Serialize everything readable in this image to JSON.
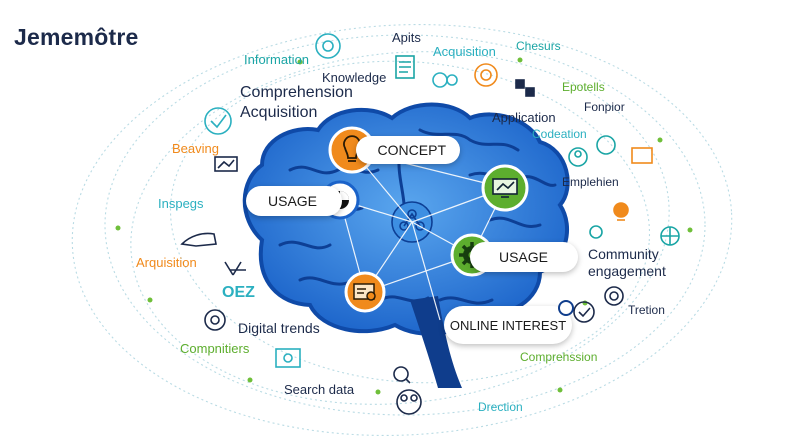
{
  "title": "Jememôtre",
  "nodes": {
    "concept": "CONCEPT",
    "usage_left": "USAGE",
    "usage_right": "USAGE",
    "online_interest": "ONLINE INTEREST"
  },
  "labels": {
    "information": "Information",
    "apits": "Apits",
    "acquisition_top": "Acquisition",
    "chesurs": "Chesurs",
    "knowledge": "Knowledge",
    "comprehension": "Comprehension",
    "acquisition_main": "Acquisition",
    "epotells": "Epotells",
    "fonpior": "Fonpior",
    "application": "Application",
    "codeation": "Codeation",
    "beaving": "Beaving",
    "inspegs": "Inspegs",
    "emplehien": "Emplehien",
    "arquisition": "Arquisition",
    "community": "Community",
    "engagement": "engagement",
    "oez": "OEZ",
    "tretion": "Tretion",
    "digital_trends": "Digital trends",
    "compnitiers": "Compnitiers",
    "comprehssion": "Comprehssion",
    "search_data": "Search data",
    "drection": "Drection"
  },
  "colors": {
    "brain": "#1f6fd6",
    "brain_light": "#59a4ec",
    "stem": "#0f3d8c",
    "orange_node": "#f08a1c",
    "green_node": "#5dae2e",
    "network_line": "#b9d9e6",
    "title": "#1c2a4a"
  }
}
